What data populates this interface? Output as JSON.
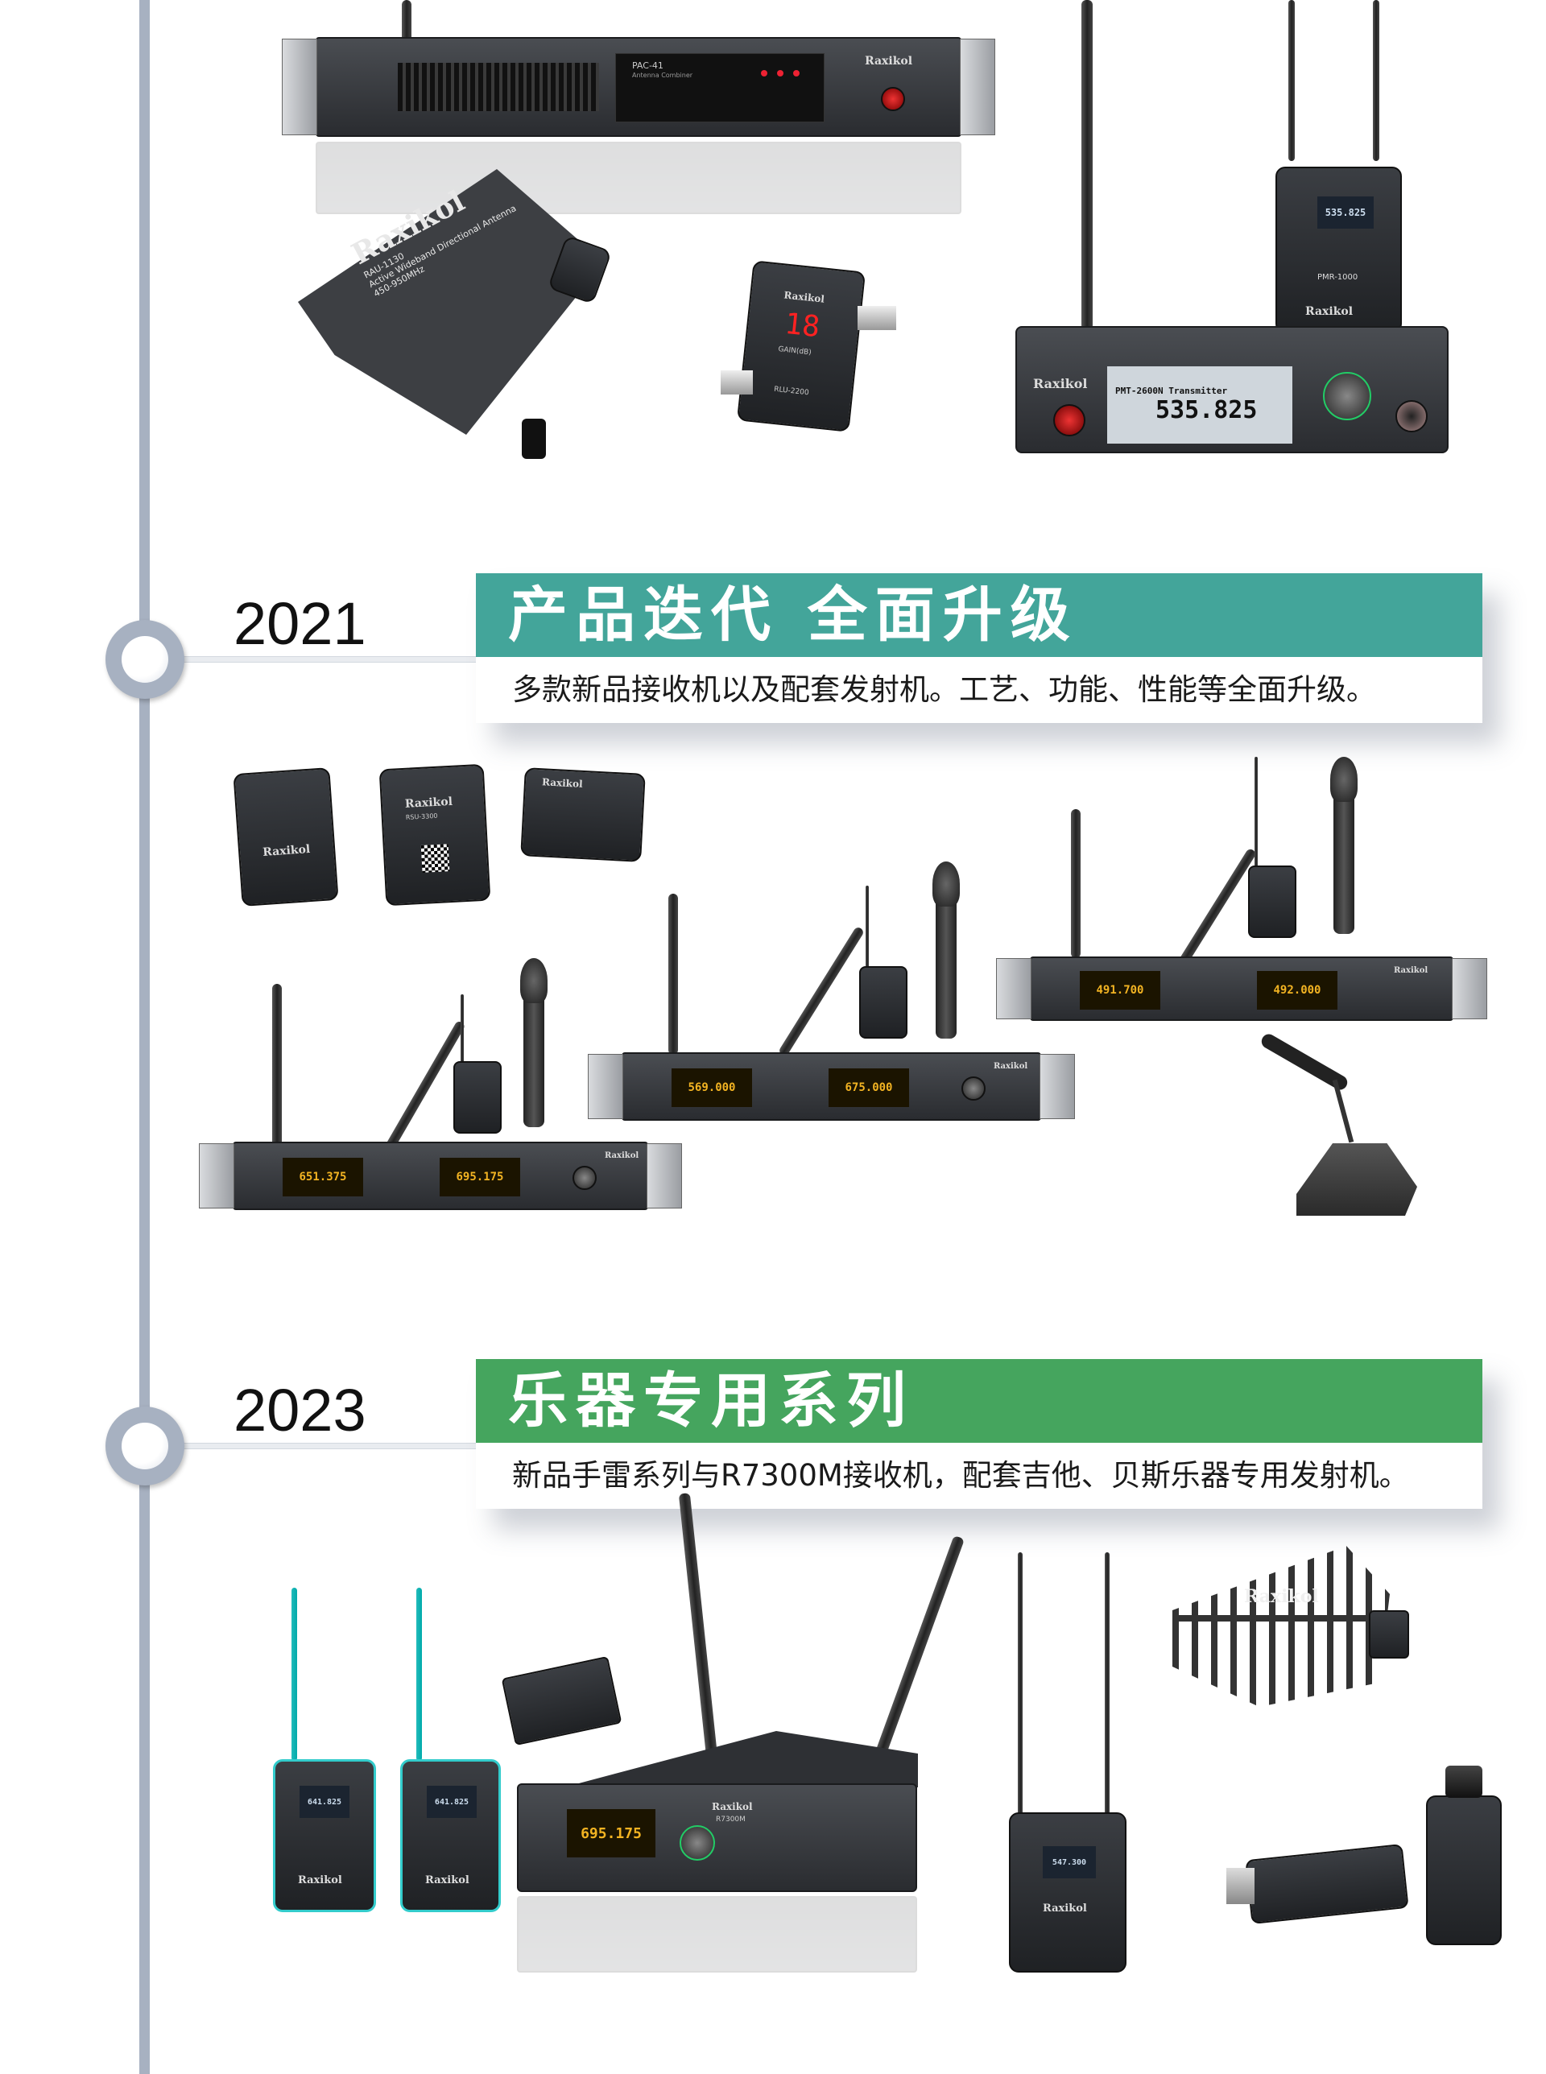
{
  "brand": "Raxikol",
  "colors": {
    "timeline": "#a7b1c1",
    "teal": "#43a59a",
    "green": "#45a55e"
  },
  "top_products": {
    "combiner_model": "PAC-41",
    "combiner_desc": "Antenna Combiner",
    "paddle_model": "RAU-1130",
    "paddle_desc": "Active Wideband Directional Antenna",
    "paddle_freq": "450-950MHz",
    "booster_model": "RLU-2200",
    "booster_display": "18",
    "booster_gain": "GAIN(dB)",
    "iem_rx_model": "PMR-1000",
    "iem_rx_display": "535.825",
    "iem_tx_title": "PMT-2600N Transmitter",
    "iem_tx_freq": "535.825"
  },
  "timeline": [
    {
      "year": "2021",
      "title": "产品迭代  全面升级",
      "subtitle": "多款新品接收机以及配套发射机。工艺、功能、性能等全面升级。"
    },
    {
      "year": "2023",
      "title": "乐器专用系列",
      "subtitle": "新品手雷系列与R7300M接收机，配套吉他、贝斯乐器专用发射机。"
    }
  ],
  "products_2021": {
    "splitter_model": "RSU-3300",
    "rack1": [
      "651.375",
      "695.175"
    ],
    "rack2": [
      "569.000",
      "675.000"
    ],
    "rack3": [
      "491.700",
      "492.000"
    ]
  },
  "products_2023": {
    "bodypack_displays": [
      "641.825",
      "641.825"
    ],
    "receiver_display": "695.175",
    "receiver_model": "R7300M",
    "iem_display": "547.300"
  }
}
